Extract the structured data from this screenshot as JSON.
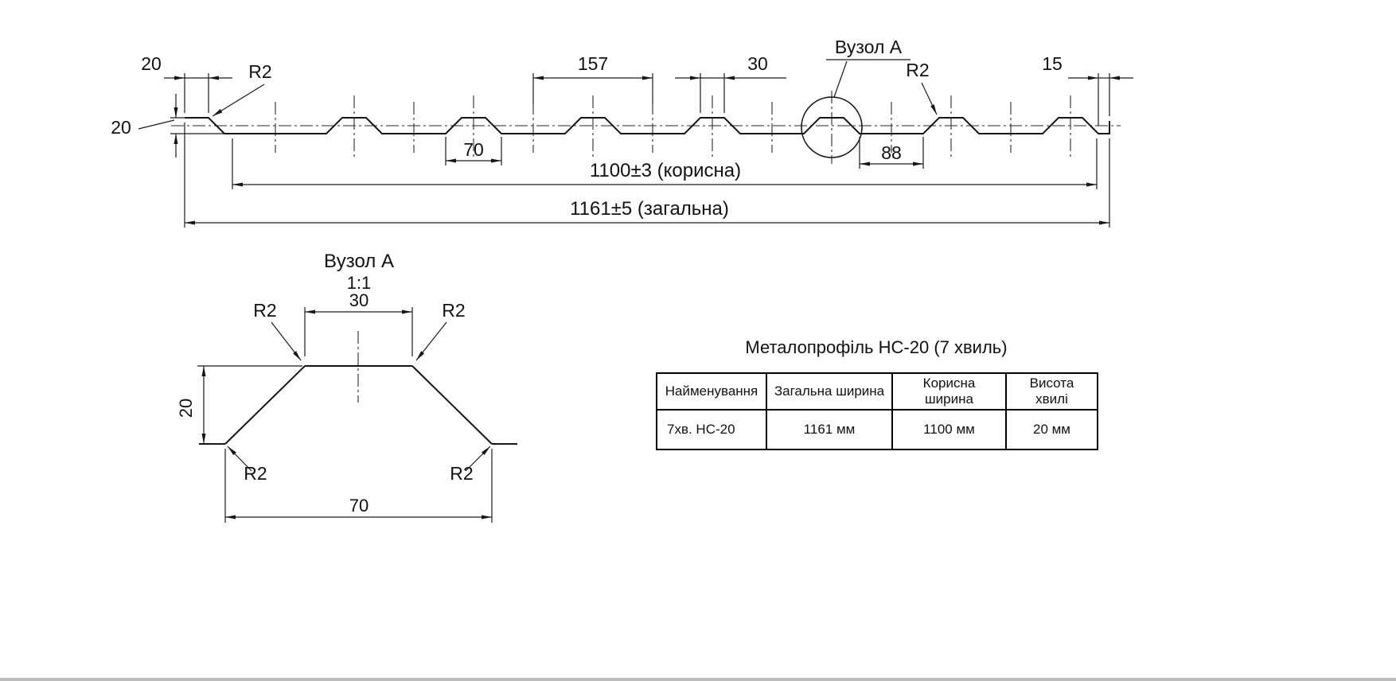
{
  "style": {
    "line_color": "#161616"
  },
  "drawing": {
    "main": {
      "dim_edge_top": "20",
      "dim_height": "20",
      "radius_left": "R2",
      "dim_pitch": "157",
      "dim_valley": "70",
      "dim_crest": "30",
      "node_callout": "Вузол А",
      "radius_right": "R2",
      "dim_88": "88",
      "dim_edge_right": "15",
      "dim_useful": "1100±3 (корисна)",
      "dim_overall": "1161±5 (загальна)"
    },
    "detail": {
      "title": "Вузол А",
      "scale": "1:1",
      "dim_top": "30",
      "radius_top_left": "R2",
      "radius_top_right": "R2",
      "dim_height": "20",
      "radius_bottom_left": "R2",
      "radius_bottom_right": "R2",
      "dim_bottom": "70"
    }
  },
  "table": {
    "title": "Металопрофіль НС-20 (7 хвиль)",
    "headers": [
      "Найменування",
      "Загальна ширина",
      "Корисна ширина",
      "Висота хвилі"
    ],
    "row": [
      "7хв. НС-20",
      "1161 мм",
      "1100 мм",
      "20 мм"
    ]
  }
}
